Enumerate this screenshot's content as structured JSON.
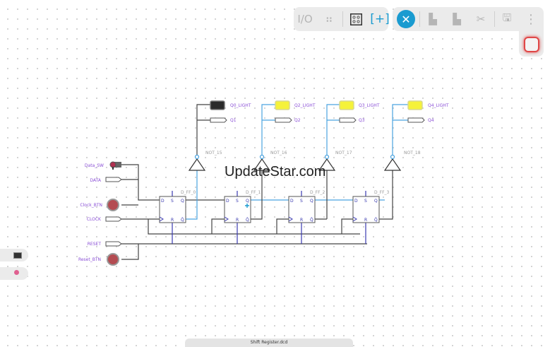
{
  "toolbar": {
    "io_label": "I/O",
    "items": [
      "io",
      "components",
      "grid-view",
      "fit-view",
      "tools",
      "copy",
      "paste",
      "cut",
      "save",
      "more",
      "stop"
    ]
  },
  "circuit": {
    "inputs": [
      {
        "label": "Data_SW"
      },
      {
        "label": "DATA"
      },
      {
        "label": "Clock_BTN"
      },
      {
        "label": "CLOCK"
      },
      {
        "label": "RESET"
      },
      {
        "label": "Reset_BTN"
      }
    ],
    "lights": [
      {
        "label": "Q0_LIGHT",
        "on": false
      },
      {
        "label": "Q2_LIGHT",
        "on": true
      },
      {
        "label": "Q3_LIGHT",
        "on": true
      },
      {
        "label": "Q4_LIGHT",
        "on": true
      }
    ],
    "outputs": [
      "Q1",
      "Q2",
      "Q3",
      "Q4"
    ],
    "nots": [
      "NOT_15",
      "NOT_16",
      "NOT_17",
      "NOT_18"
    ],
    "flipflops": [
      "D_FF_0",
      "D_FF_1",
      "D_FF_2",
      "D_FF_3"
    ],
    "pin_labels": {
      "d": "D",
      "s": "S",
      "q": "Q",
      "r": "R",
      "qbar": "Q̄"
    }
  },
  "watermark": "UpdateStar.com",
  "file_tab": "Shift Register.dcd",
  "colors": {
    "accent": "#1a9bd0",
    "wire": "#444444",
    "active_wire": "#4aa3e0",
    "label": "#8a4fd6",
    "stop": "#e04848"
  }
}
